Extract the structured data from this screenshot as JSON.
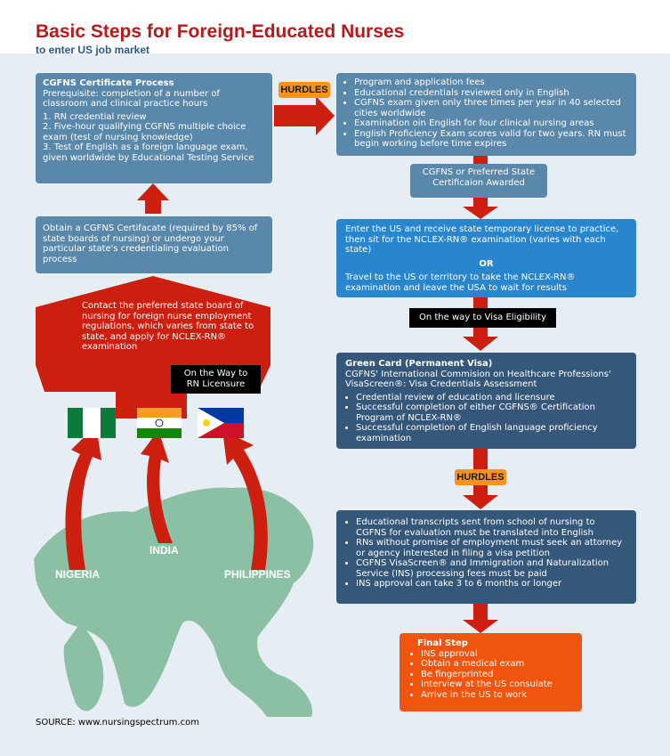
{
  "title": "Basic Steps for Foreign-Educated Nurses",
  "subtitle": "to enter US job market",
  "cgfns_process": {
    "heading": "CGFNS Certificate Process",
    "prerequisite": "Prerequisite: completion of a number of classroom and clinical practice hours",
    "steps": [
      "1. RN credential review",
      "2. Five-hour qualifying CGFNS multiple choice exam (test of nursing knowledge)",
      "3. Test of English as a foreign language exam, given worldwide by Educational Testing Service"
    ]
  },
  "hurdles_label": "HURDLES",
  "hurdles_top": [
    "Program and application fees",
    "Educational credentials reviewed only in English",
    "CGFNS exam given only three times per year in 40 selected cities worldwide",
    "Examination oin English for four clinical nursing areas",
    "English Proficiency Exam scores valid for two years. RN must begin working before time expires"
  ],
  "certificate_awarded": "CGFNS or Preferred State Certificaion Awarded",
  "obtain_certificate": "Obtain a CGFNS Certifacate (required by 85% of state boards of nursing) or undergo your particular state's credentialing evaluation process",
  "contact_board": "Contact the preferred state board of nursing for foreign nurse employment regulations, which varies from state to state, and apply for NCLEX-RN® examination",
  "licensure_tag": "On the Way to RN Licensure",
  "enter_us": {
    "option1": "Enter the US and receive state temporary license to practice, then sit for the NCLEX-RN® examination (varies with each state)",
    "or": "OR",
    "option2": "Travel to the US or territory to take the NCLEX-RN® examination and leave the USA to wait for results"
  },
  "visa_tag": "On the way to Visa Eligibility",
  "green_card": {
    "heading": "Green Card (Permanent Visa)",
    "intro": "CGFNS' International Commision on Healthcare Professions' VisaScreen®: Visa Credentials Assessment",
    "items": [
      "Credential review of education and licensure",
      "Successful completion of either CGFNS® Certification Program of NCLEX-RN®",
      "Successful completion of English language proficiency examination"
    ]
  },
  "hurdles_bottom": [
    "Educational transcripts sent from school of nursing to CGFNS for evaluation must be translated into English",
    "RNs without promise of employment must seek an attorney or agency interested in filing a visa petition",
    "CGFNS VisaScreen® and Immigration and Naturalization Service (INS) processing fees must be paid",
    "INS approval can take 3 to 6 months or longer"
  ],
  "final_step": {
    "heading": "Final Step",
    "items": [
      "INS approval",
      "Obtain a medical exam",
      "Be fingerprinted",
      "Interview at the US consulate",
      "Arrive in the US to work"
    ]
  },
  "countries": [
    "NIGERIA",
    "INDIA",
    "PHILIPPINES"
  ],
  "source": "SOURCE: www.nursingspectrum.com",
  "colors": {
    "title_red": "#b31c1c",
    "arrow_red": "#cc1f10",
    "hurdle_orange": "#f7941d",
    "final_orange": "#f05510",
    "box_steel": "#5a88ab",
    "box_blue": "#2a86cc",
    "box_navy": "#35577a",
    "map_green": "#8cc0a4"
  }
}
